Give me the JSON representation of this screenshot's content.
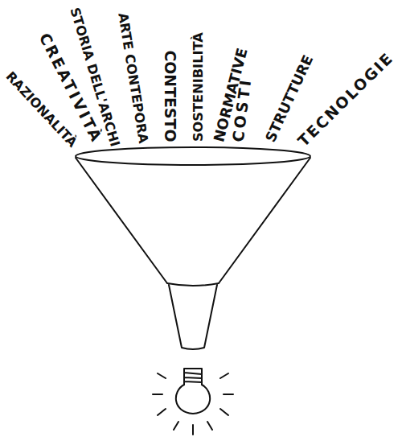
{
  "diagram": {
    "labels": [
      "RAZIONALITÀ",
      "CREATIVITÀ",
      "STORIA DELL'ARCHI",
      "ARTE CONTEPORA",
      "CONTESTO",
      "SOSTENIBILITÀ",
      "NORMATIVE",
      "COSTI",
      "STRUTTURE",
      "TECNOLOGIE"
    ]
  }
}
